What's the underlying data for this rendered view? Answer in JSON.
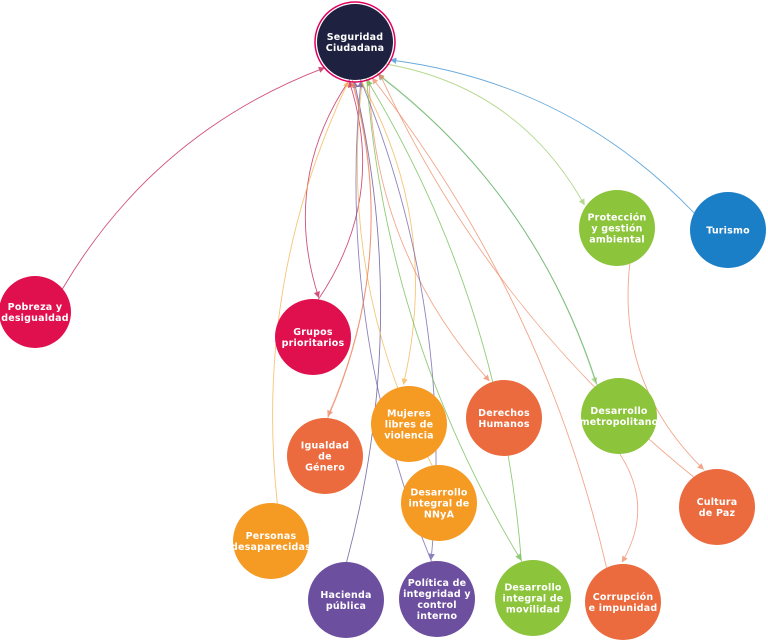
{
  "diagram": {
    "nodes": [
      {
        "id": "seg",
        "label": [
          "Seguridad",
          "Ciudadana"
        ],
        "color": "#1e2140",
        "ring": "#e0005f"
      },
      {
        "id": "pob",
        "label": [
          "Pobreza y",
          "desigualdad"
        ],
        "color": "#e0104f"
      },
      {
        "id": "grp",
        "label": [
          "Grupos",
          "prioritarios"
        ],
        "color": "#e0104f"
      },
      {
        "id": "pro",
        "label": [
          "Protección",
          "y gestión",
          "ambiental"
        ],
        "color": "#8cc43c"
      },
      {
        "id": "tur",
        "label": [
          "Turismo"
        ],
        "color": "#1a7fc6"
      },
      {
        "id": "muj",
        "label": [
          "Mujeres",
          "libres de",
          "violencia"
        ],
        "color": "#f59a23"
      },
      {
        "id": "der",
        "label": [
          "Derechos",
          "Humanos"
        ],
        "color": "#eb6a3e"
      },
      {
        "id": "dme",
        "label": [
          "Desarrollo",
          "metropolitano"
        ],
        "color": "#8cc43c"
      },
      {
        "id": "igu",
        "label": [
          "Igualdad",
          "de",
          "Género"
        ],
        "color": "#eb6a3e"
      },
      {
        "id": "nna",
        "label": [
          "Desarrollo",
          "integral de",
          "NNyA"
        ],
        "color": "#f59a23"
      },
      {
        "id": "cul",
        "label": [
          "Cultura",
          "de Paz"
        ],
        "color": "#eb6a3e"
      },
      {
        "id": "per",
        "label": [
          "Personas",
          "desaparecidas"
        ],
        "color": "#f59a23"
      },
      {
        "id": "hac",
        "label": [
          "Hacienda",
          "pública"
        ],
        "color": "#6d4fa0"
      },
      {
        "id": "pol",
        "label": [
          "Política de",
          "integridad y",
          "control",
          "interno"
        ],
        "color": "#6d4fa0"
      },
      {
        "id": "mov",
        "label": [
          "Desarrollo",
          "integral de",
          "movilidad"
        ],
        "color": "#8cc43c"
      },
      {
        "id": "cor",
        "label": [
          "Corrupción",
          "e impunidad"
        ],
        "color": "#eb6a3e"
      }
    ],
    "edges": [
      {
        "from": "pob",
        "to": "seg",
        "color": "#c0184f"
      },
      {
        "from": "seg",
        "to": "grp",
        "color": "#c0184f"
      },
      {
        "from": "seg",
        "to": "pro",
        "color": "#9ccc6a"
      },
      {
        "from": "tur",
        "to": "seg",
        "color": "#3a8fcf"
      },
      {
        "from": "seg",
        "to": "muj",
        "color": "#f5b04a"
      },
      {
        "from": "seg",
        "to": "der",
        "color": "#ee8a66"
      },
      {
        "from": "seg",
        "to": "dme",
        "color": "#9ccc6a"
      },
      {
        "from": "dme",
        "to": "seg",
        "color": "#5fb07a"
      },
      {
        "from": "seg",
        "to": "igu",
        "color": "#ee8a66"
      },
      {
        "from": "pro",
        "to": "cul",
        "color": "#ee8a66"
      },
      {
        "from": "per",
        "to": "seg",
        "color": "#f5b04a"
      },
      {
        "from": "hac",
        "to": "seg",
        "color": "#5a4a90"
      },
      {
        "from": "seg",
        "to": "pol",
        "color": "#6a5aa8"
      },
      {
        "from": "seg",
        "to": "mov",
        "color": "#6cba4a"
      },
      {
        "from": "dme",
        "to": "cor",
        "color": "#ee8a66"
      },
      {
        "from": "cor",
        "to": "seg",
        "color": "#ee8a66"
      },
      {
        "from": "cul",
        "to": "seg",
        "color": "#ee8a66"
      },
      {
        "from": "grp",
        "to": "seg",
        "color": "#c0184f"
      },
      {
        "from": "nna",
        "to": "seg",
        "color": "#f5b04a"
      },
      {
        "from": "mov",
        "to": "seg",
        "color": "#6cba4a"
      },
      {
        "from": "pol",
        "to": "seg",
        "color": "#6a5aa8"
      },
      {
        "from": "igu",
        "to": "seg",
        "color": "#ee8a66"
      }
    ]
  }
}
